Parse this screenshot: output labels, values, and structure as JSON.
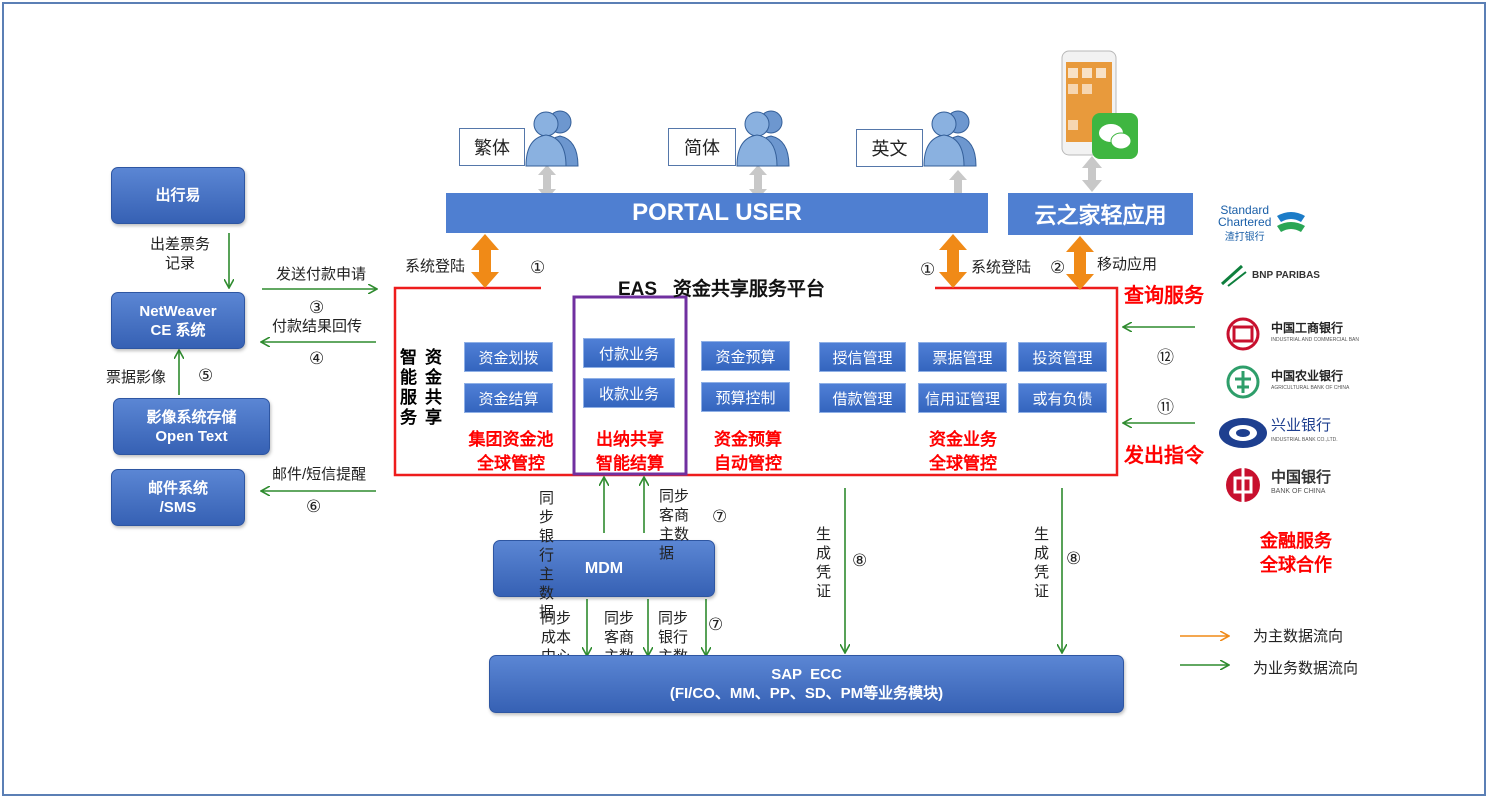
{
  "languages": [
    "繁体",
    "简体",
    "英文"
  ],
  "portal": {
    "title": "PORTAL USER"
  },
  "cloud": {
    "title": "云之家轻应用"
  },
  "eas": {
    "title": "EAS   资金共享服务平台"
  },
  "left_boxes": {
    "chuxingyi": "出行易",
    "netweaver": "NetWeaver\nCE 系统",
    "image_sys": "影像系统存储\nOpen Text",
    "mail_sys": "邮件系统\n/SMS"
  },
  "left_labels": {
    "travel_record": "出差票务\n记录",
    "send_payment": "发送付款申请",
    "payment_result": "付款结果回传",
    "bill_image": "票据影像",
    "mail_sms": "邮件/短信提醒"
  },
  "logins": {
    "left": "系统登陆",
    "right": "系统登陆",
    "mobile": "移动应用"
  },
  "circled": {
    "n1": "①",
    "n2": "②",
    "n3": "③",
    "n4": "④",
    "n5": "⑤",
    "n6": "⑥",
    "n7": "⑦",
    "n8": "⑧",
    "n11": "⑪",
    "n12": "⑫"
  },
  "smart_service": {
    "col1": "智能服务",
    "col2": "资金共享"
  },
  "modules": {
    "pool": [
      "资金划拨",
      "资金结算"
    ],
    "cashier": [
      "付款业务",
      "收款业务"
    ],
    "budget": [
      "资金预算",
      "预算控制"
    ],
    "business_row1": [
      "授信管理",
      "票据管理",
      "投资管理"
    ],
    "business_row2": [
      "借款管理",
      "信用证管理",
      "或有负债"
    ]
  },
  "group_titles": {
    "pool": "集团资金池\n全球管控",
    "cashier": "出纳共享\n智能结算",
    "budget": "资金预算\n自动管控",
    "business": "资金业务\n全球管控"
  },
  "right_labels": {
    "query": "查询服务",
    "command": "发出指令",
    "finance": "金融服务\n全球合作"
  },
  "banks": [
    {
      "name": "Standard\nChartered",
      "sub": "渣打银行"
    },
    {
      "name": "BNP PARIBAS",
      "sub": ""
    },
    {
      "name": "中国工商银行",
      "sub": "INDUSTRIAL AND COMMERCIAL BANK OF CHINA"
    },
    {
      "name": "中国农业银行",
      "sub": "AGRICULTURAL BANK OF CHINA"
    },
    {
      "name": "兴业银行",
      "sub": "INDUSTRIAL BANK CO.,LTD."
    },
    {
      "name": "中国银行",
      "sub": "BANK OF CHINA"
    }
  ],
  "mdm": {
    "title": "MDM"
  },
  "mdm_labels": {
    "sync_bank_up": "同步银行主数据",
    "sync_customer_up": "同步客商主数据",
    "sync_cost": "同步成本中心",
    "sync_customer_down": "同步客商主数据",
    "sync_bank_down": "同步银行主数据"
  },
  "voucher": {
    "left": "生成凭证",
    "right": "生成凭证"
  },
  "sap": {
    "title": "SAP  ECC",
    "subtitle": "(FI/CO、MM、PP、SD、PM等业务模块)"
  },
  "legend": {
    "master": "为主数据流向",
    "business": "为业务数据流向"
  },
  "colors": {
    "accent_blue": "#4f7fd1",
    "orange": "#f08a17",
    "green": "#2e8b2e",
    "red": "#ff0000",
    "purple": "#7030a0"
  }
}
